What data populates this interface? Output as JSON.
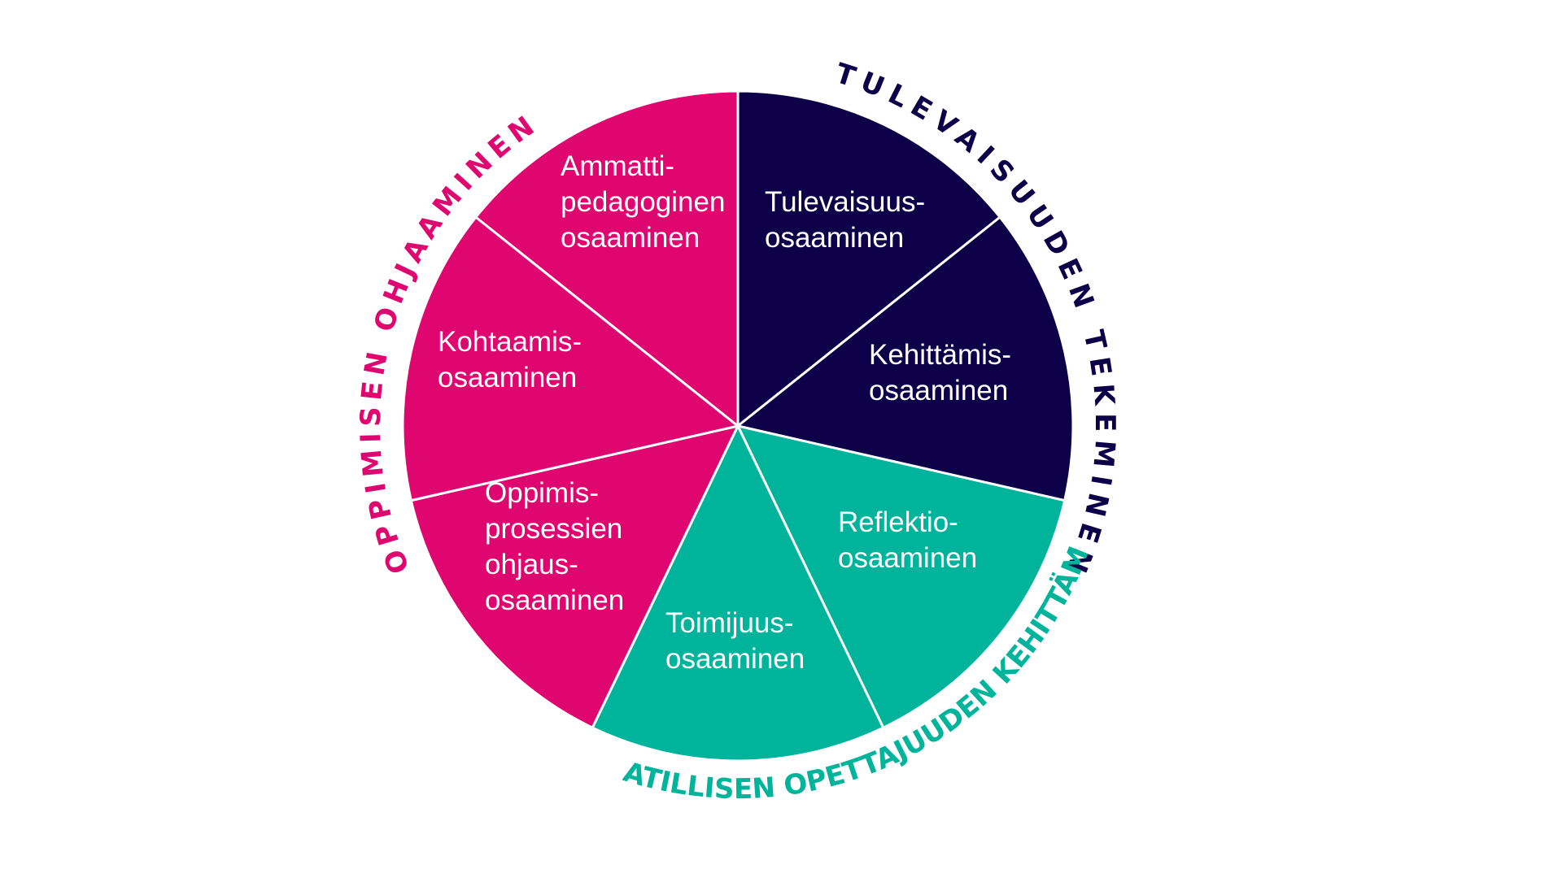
{
  "colors": {
    "pink": "#E0066F",
    "navy": "#0E0048",
    "teal": "#00B49C",
    "divider": "#ffffff"
  },
  "groups": [
    {
      "id": "future",
      "label": "TULEVAISUUDEN TEKEMINEN",
      "color": "#0E0048"
    },
    {
      "id": "teacher",
      "label": "AMMATILLISEN OPETTAJUUDEN KEHITTÄMINEN",
      "color": "#00B49C"
    },
    {
      "id": "learning",
      "label": "OPPIMISEN OHJAAMINEN",
      "color": "#E0066F"
    }
  ],
  "segments": [
    {
      "id": "tulevaisuus",
      "group": "future",
      "color": "#0E0048",
      "lines": [
        "Tulevaisuus-",
        "osaaminen"
      ]
    },
    {
      "id": "kehittamis",
      "group": "future",
      "color": "#0E0048",
      "lines": [
        "Kehittämis-",
        "osaaminen"
      ]
    },
    {
      "id": "reflektio",
      "group": "teacher",
      "color": "#00B49C",
      "lines": [
        "Reflektio-",
        "osaaminen"
      ]
    },
    {
      "id": "toimijuus",
      "group": "teacher",
      "color": "#00B49C",
      "lines": [
        "Toimijuus-",
        "osaaminen"
      ]
    },
    {
      "id": "oppimisprosessien",
      "group": "learning",
      "color": "#E0066F",
      "lines": [
        "Oppimis-",
        "prosessien",
        "ohjaus-",
        "osaaminen"
      ]
    },
    {
      "id": "kohtaamis",
      "group": "learning",
      "color": "#E0066F",
      "lines": [
        "Kohtaamis-",
        "osaaminen"
      ]
    },
    {
      "id": "ammattipedagoginen",
      "group": "learning",
      "color": "#E0066F",
      "lines": [
        "Ammatti-",
        "pedagoginen",
        "osaaminen"
      ]
    }
  ]
}
